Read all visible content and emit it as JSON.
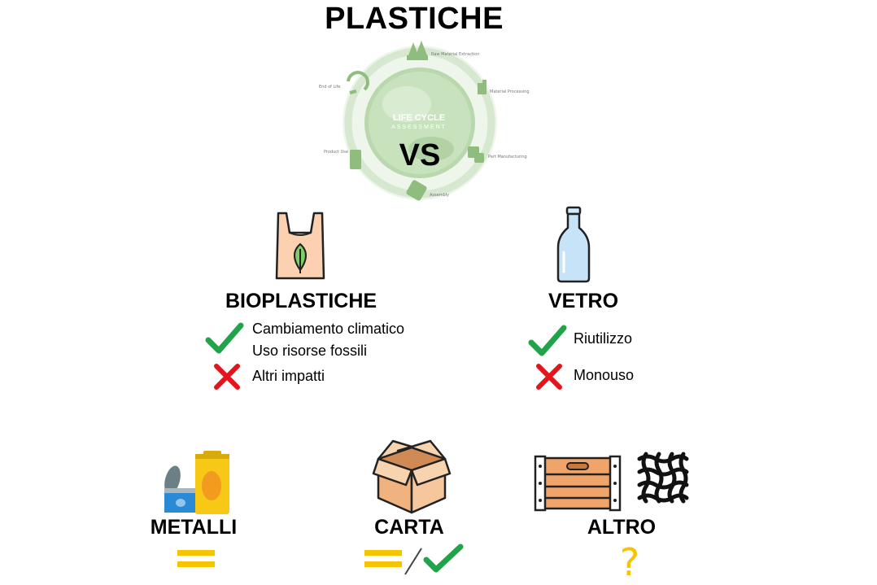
{
  "title": "PLASTICHE",
  "lifecycle": {
    "center_label_1": "LIFE CYCLE",
    "center_label_2": "ASSESSMENT",
    "stages": [
      "Raw Material Extraction",
      "Material Processing",
      "Part Manufacturing",
      "Assembly",
      "Product Use",
      "End of Life"
    ],
    "vs_label": "VS",
    "accent_color": "#7fae6f"
  },
  "bioplastiche": {
    "icon": "bioplastic-bag-icon",
    "heading": "BIOPLASTICHE",
    "pros": [
      "Cambiamento climatico",
      "Uso risorse fossili"
    ],
    "cons": [
      "Altri impatti"
    ]
  },
  "vetro": {
    "icon": "glass-bottle-icon",
    "heading": "VETRO",
    "pros": [
      "Riutilizzo"
    ],
    "cons": [
      "Monouso"
    ]
  },
  "metalli": {
    "icon": "metal-cans-icon",
    "heading": "METALLI",
    "verdict": "equal"
  },
  "carta": {
    "icon": "cardboard-box-icon",
    "heading": "CARTA",
    "verdict": "equal / better"
  },
  "altro": {
    "icons": [
      "wooden-crate-icon",
      "fabric-icon"
    ],
    "heading": "ALTRO",
    "verdict": "?"
  },
  "colors": {
    "check": "#21a34a",
    "cross": "#e3141b",
    "equal": "#f5c400",
    "question": "#f5c400"
  }
}
